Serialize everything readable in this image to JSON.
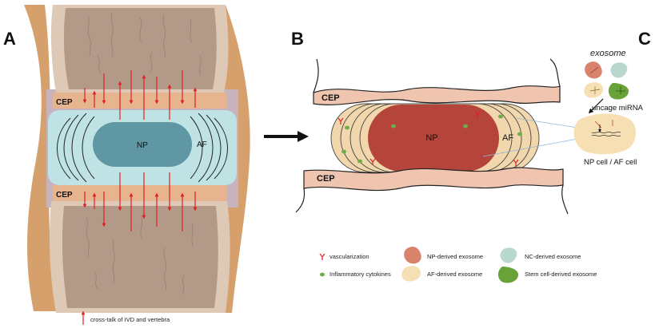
{
  "panels": {
    "a": "A",
    "b": "B",
    "c": "C"
  },
  "panel_a": {
    "cep_top": "CEP",
    "cep_bottom": "CEP",
    "np": "NP",
    "af": "AF",
    "crosstalk_legend": "cross-talk of IVD and vertebra"
  },
  "panel_b": {
    "cep_top": "CEP",
    "cep_bottom": "CEP",
    "np": "NP",
    "af": "AF"
  },
  "panel_c": {
    "exosome_title": "exosome",
    "uncage": "uncage miRNA",
    "cell_label": "NP cell / AF cell"
  },
  "legend": {
    "vascularization": "vascularization",
    "inflammatory": "Inflammatory cytokines",
    "np_exosome": "NP-derived exosome",
    "af_exosome": "AF-derived exosome",
    "nc_exosome": "NC-derived exosome",
    "stem_exosome": "Stem cell-derived exosome"
  },
  "colors": {
    "bone_outer": "#d6a06c",
    "vertebra_body": "#b39a88",
    "vertebra_light": "#ddc9b5",
    "cep": "#e6b48e",
    "af": "#bfe3e4",
    "np_a": "#5f97a5",
    "np_b": "#b5453a",
    "af_b": "#f2d7ad",
    "cep_b": "#f0c5b0",
    "arrow_red": "#e02020",
    "cytokine_green": "#6fae4a"
  }
}
